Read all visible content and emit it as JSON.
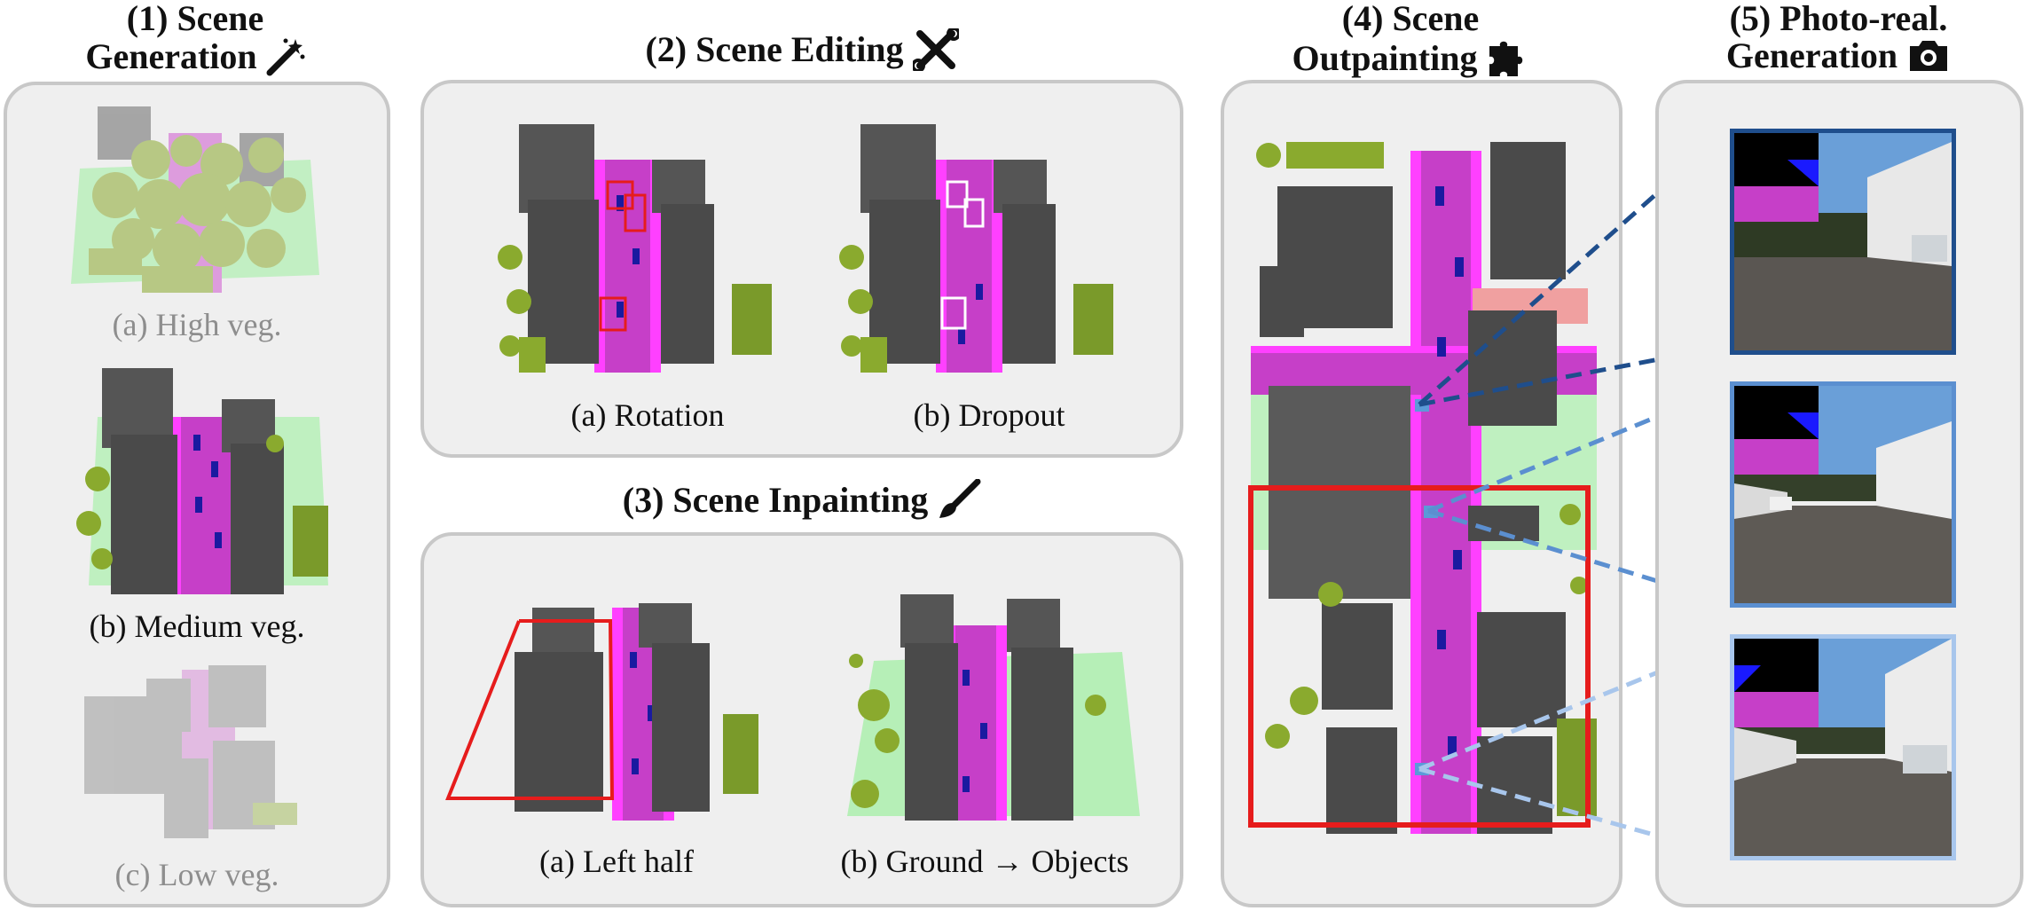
{
  "colors": {
    "building": "#4a4a4a",
    "vegetation": "#8aaa2e",
    "road": "#c63fc8",
    "sidewalk": "#ff40ff",
    "car": "#1a1aa0",
    "terrain": "#9ef0a0",
    "highlight_red": "#e61c1c",
    "panel_bg": "#efefef",
    "panel_border": "#c8c8c8"
  },
  "panels": {
    "generation": {
      "title_line1": "(1) Scene",
      "title_line2": "Generation",
      "icon": "magic-wand-icon",
      "captions": [
        "(a) High veg.",
        "(b) Medium veg.",
        "(c) Low veg."
      ]
    },
    "editing": {
      "title": "(2) Scene Editing",
      "icon": "tools-icon",
      "captions": [
        "(a) Rotation",
        "(b) Dropout"
      ]
    },
    "inpainting": {
      "title": "(3) Scene Inpainting",
      "icon": "paintbrush-icon",
      "caption_a": "(a) Left half",
      "caption_b_left": "(b) Ground",
      "caption_b_arrow": "→",
      "caption_b_right": "Objects"
    },
    "outpainting": {
      "title_line1": "(4) Scene",
      "title_line2": "Outpainting",
      "icon": "puzzle-icon"
    },
    "photoreal": {
      "title_line1": "(5) Photo-real.",
      "title_line2": "Generation",
      "icon": "camera-icon",
      "photo_border_colors": [
        "#1f4e8c",
        "#5b8fd0",
        "#a8c6ec"
      ]
    }
  }
}
